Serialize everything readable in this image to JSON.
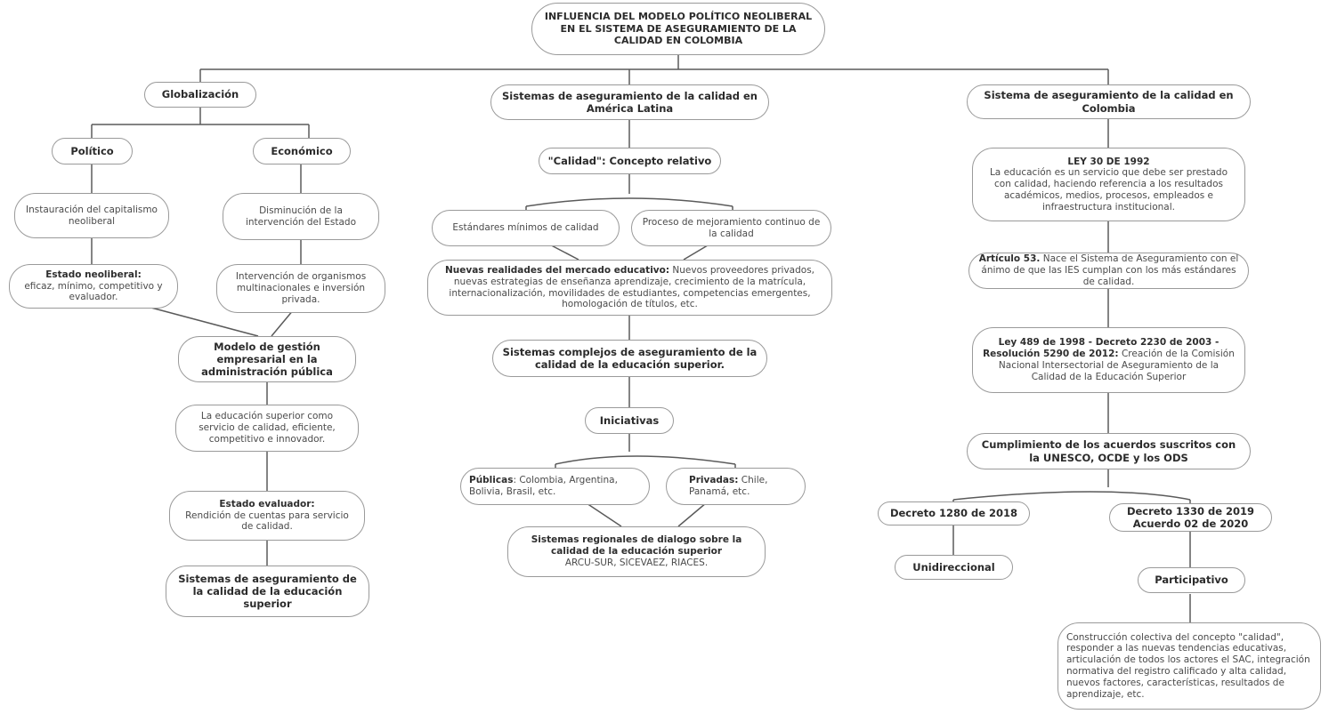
{
  "diagram": {
    "title": "INFLUENCIA DEL MODELO POLÍTICO NEOLIBERAL EN EL SISTEMA DE ASEGURAMIENTO DE LA CALIDAD EN COLOMBIA",
    "type": "concept-map",
    "orientation": "top-down",
    "style": {
      "node_fill": "#ffffff",
      "node_border": "#9a9a9a",
      "edge_color": "#5a5a5a",
      "text_color": "#4a4a4a",
      "bold_text_color": "#2b2b2b"
    }
  },
  "root": {
    "label": "INFLUENCIA DEL MODELO POLÍTICO NEOLIBERAL EN EL SISTEMA DE ASEGURAMIENTO DE LA CALIDAD EN COLOMBIA"
  },
  "branch_left": {
    "head": "Globalización",
    "politico": "Político",
    "economico": "Económico",
    "instauracion": "Instauración del capitalismo neoliberal",
    "disminucion": "Disminución de la intervención del Estado",
    "estado_neoliberal_bold": "Estado neoliberal:",
    "estado_neoliberal_rest": "eficaz, mínimo, competitivo y evaluador.",
    "intervencion_organismos": "Intervención de organismos multinacionales e inversión privada.",
    "modelo_gestion": "Modelo de gestión empresarial en la administración pública",
    "educacion_superior_servicio": "La educación superior como servicio de calidad, eficiente, competitivo e innovador.",
    "estado_evaluador_bold": "Estado evaluador:",
    "estado_evaluador_rest": "Rendición de cuentas para servicio de calidad.",
    "sistemas_aseguramiento": "Sistemas de aseguramiento de la calidad de la educación superior"
  },
  "branch_center": {
    "head": "Sistemas de aseguramiento de la calidad en América Latina",
    "calidad_concepto": "\"Calidad\": Concepto relativo",
    "estandares": "Estándares mínimos de calidad",
    "proceso_mejoramiento": "Proceso de mejoramiento continuo de la calidad",
    "nuevas_realidades_bold": "Nuevas realidades del mercado educativo:",
    "nuevas_realidades_rest": " Nuevos proveedores privados, nuevas estrategias de enseñanza aprendizaje, crecimiento de la matrícula, internacionalización, movilidades de estudiantes, competencias emergentes, homologación de títulos, etc.",
    "sistemas_complejos": "Sistemas complejos de aseguramiento de la calidad de la educación superior.",
    "iniciativas": "Iniciativas",
    "publicas_bold": "Públicas",
    "publicas_rest": ": Colombia, Argentina, Bolivia, Brasil, etc.",
    "privadas_bold": "Privadas:",
    "privadas_rest": " Chile, Panamá, etc.",
    "sistemas_regionales_bold": "Sistemas regionales de dialogo sobre la calidad de la educación superior",
    "sistemas_regionales_rest": "ARCU-SUR, SICEVAEZ, RIACES."
  },
  "branch_right": {
    "head": "Sistema de aseguramiento de la calidad en Colombia",
    "ley30_bold": "LEY 30 DE 1992",
    "ley30_rest": "La educación es un servicio que debe ser prestado con calidad, haciendo referencia a los resultados académicos, medios, procesos, empleados e infraestructura institucional.",
    "articulo53_bold": "Artículo 53.",
    "articulo53_rest": " Nace el Sistema de Aseguramiento con el ánimo de que las IES cumplan con los más estándares de calidad.",
    "ley489_bold": "Ley 489 de 1998 - Decreto 2230 de 2003 - Resolución 5290 de 2012:",
    "ley489_rest": " Creación de la Comisión Nacional Intersectorial de Aseguramiento de la Calidad de la Educación Superior",
    "cumplimiento": "Cumplimiento de los acuerdos suscritos con la UNESCO, OCDE y los ODS",
    "decreto1280": "Decreto 1280 de 2018",
    "decreto1330": "Decreto 1330 de 2019 Acuerdo 02 de 2020",
    "unidireccional": "Unidireccional",
    "participativo": "Participativo",
    "construccion_colectiva": "Construcción colectiva del concepto \"calidad\", responder a las nuevas tendencias educativas, articulación de todos los actores el SAC, integración normativa del registro calificado y alta calidad, nuevos factores, características, resultados de aprendizaje, etc."
  }
}
